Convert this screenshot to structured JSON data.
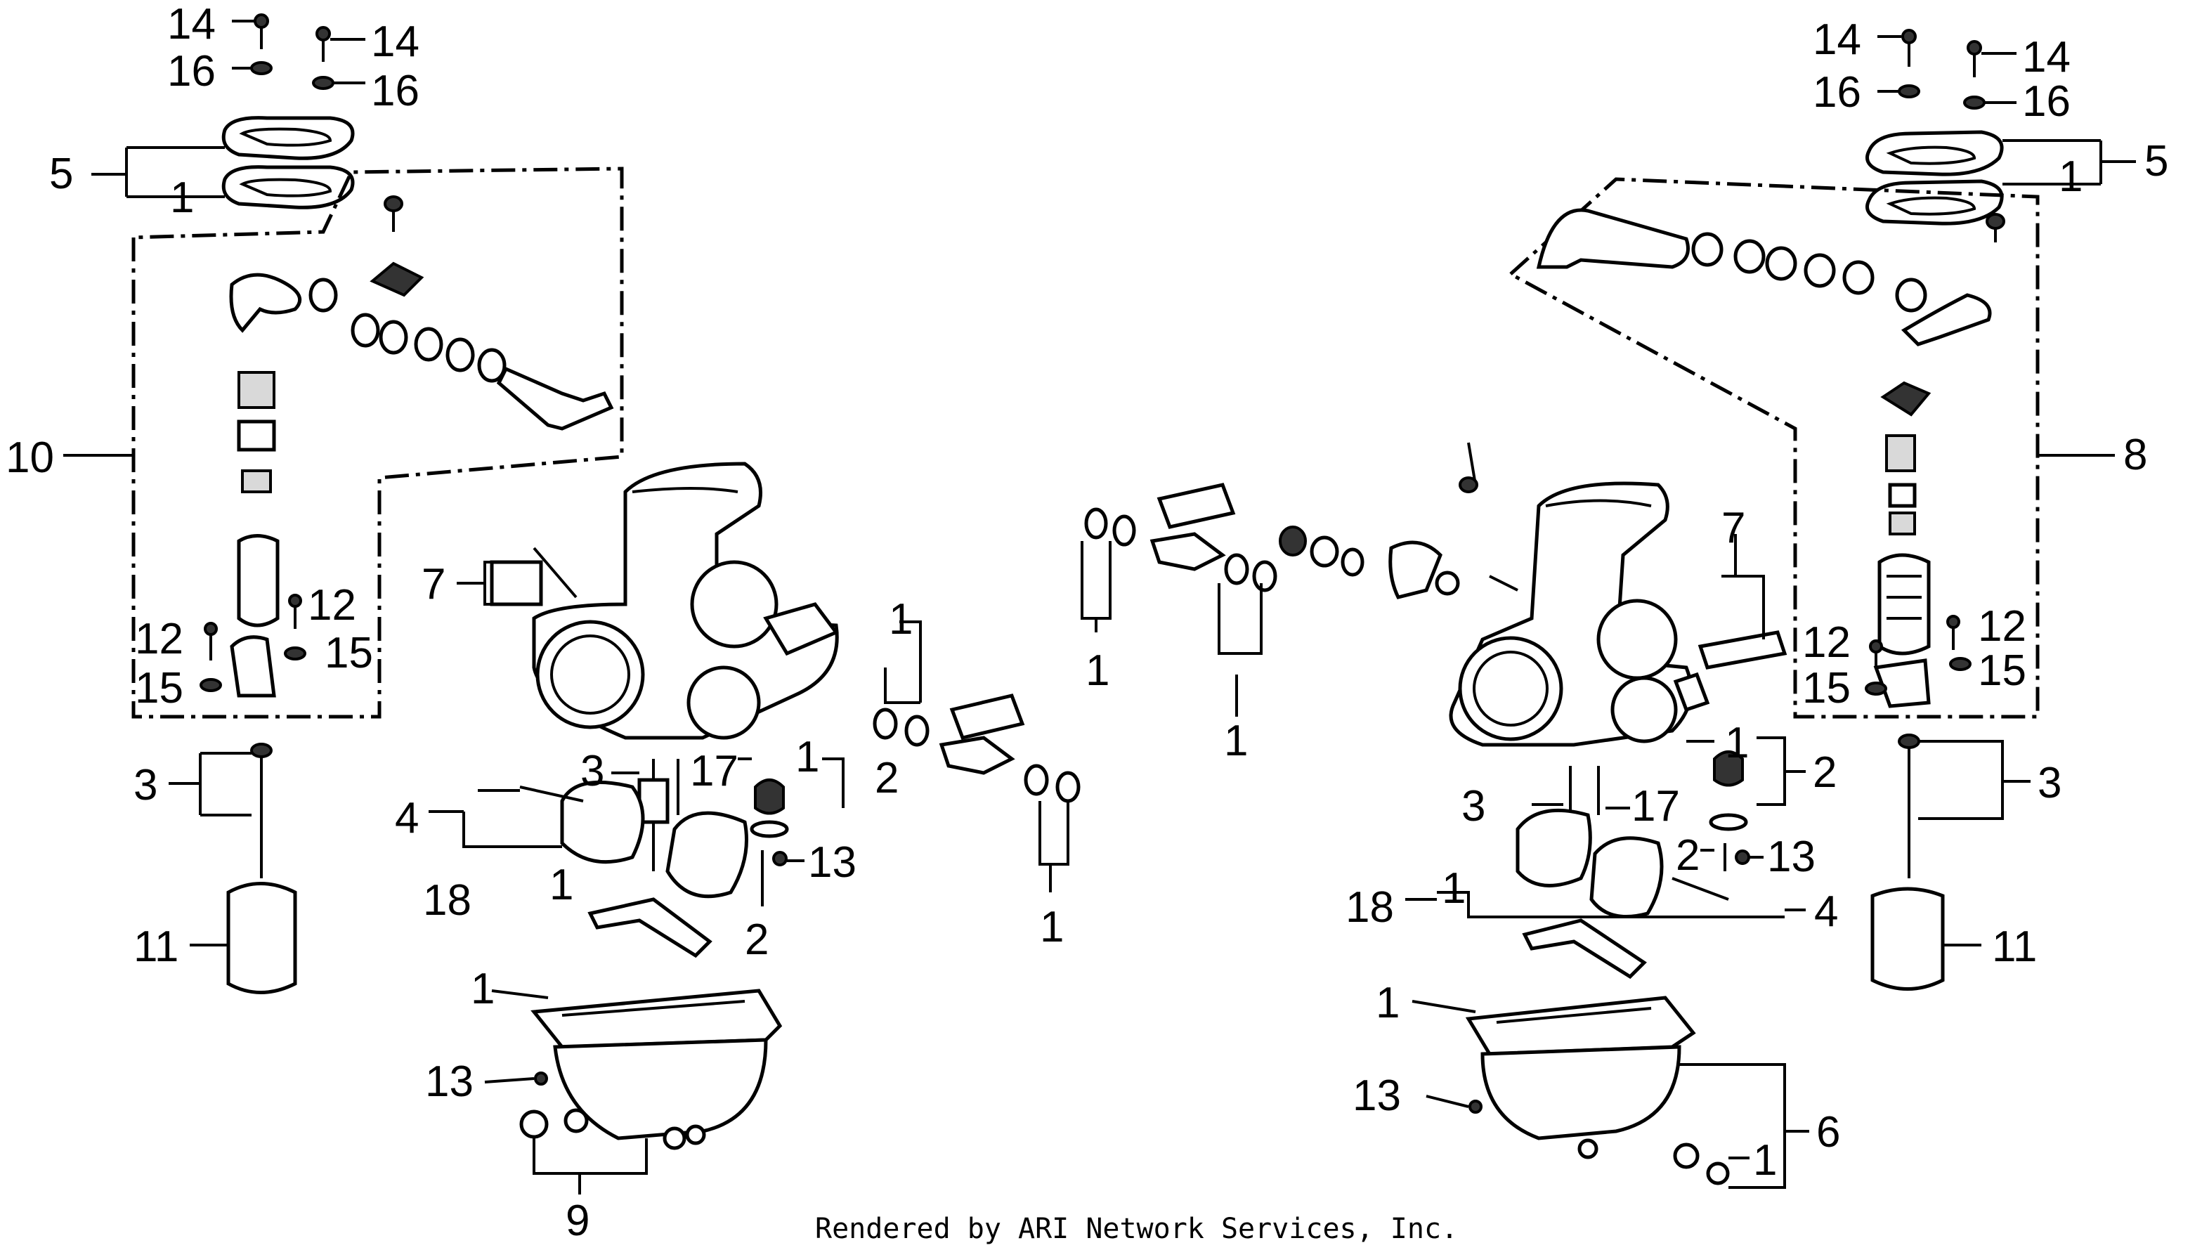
{
  "credit": "Rendered by ARI Network Services, Inc.",
  "callouts": {
    "c1": "1",
    "c2": "2",
    "c3": "3",
    "c4": "4",
    "c5": "5",
    "c6": "6",
    "c7": "7",
    "c8": "8",
    "c9": "9",
    "c10": "10",
    "c11": "11",
    "c12": "12",
    "c13": "13",
    "c14": "14",
    "c15": "15",
    "c16": "16",
    "c17": "17",
    "c18": "18"
  }
}
